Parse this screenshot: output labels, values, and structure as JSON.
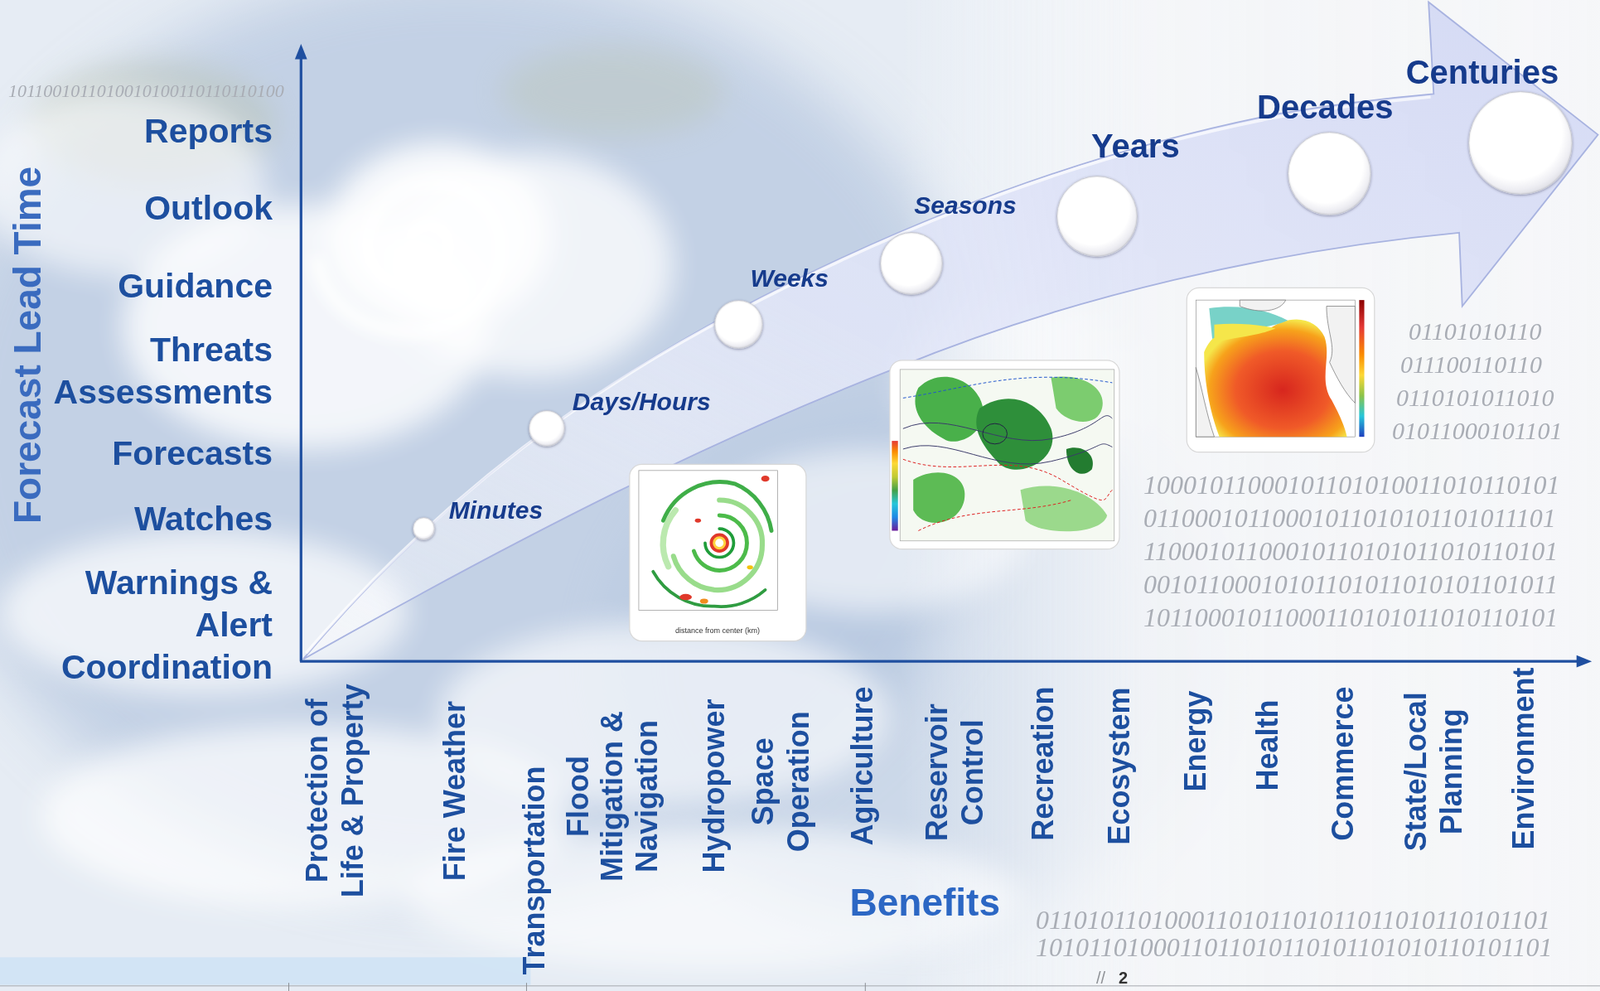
{
  "diagram": {
    "nodes": [
      {
        "text": [
          "Minutes"
        ]
      },
      {
        "text": [
          "Days/Hours"
        ]
      },
      {
        "text": [
          "Weeks"
        ]
      },
      {
        "text": [
          "Seasons"
        ]
      },
      {
        "text": [
          "Years"
        ]
      },
      {
        "text": [
          "Decades"
        ]
      },
      {
        "text": [
          "Centuries"
        ]
      }
    ],
    "labels": [
      "Forecast Lead Time",
      "Reports",
      "Outlook",
      "Guidance",
      "Threats Assessments",
      "Forecasts",
      "Watches",
      "Warnings & Alert Coordination",
      "Protection of Life & Property",
      "Fire Weather",
      "Transportation",
      "Flood Mitigation & Navigation",
      "Hydropower",
      "Space Operation",
      "Agriculture",
      "Reservoir Control",
      "Recreation",
      "Ecosystem",
      "Energy",
      "Health",
      "Commerce",
      "State/Local Planning",
      "Environment",
      "Benefits",
      "distance from center (km)",
      "1011001011010010100110110110100",
      "01101010110",
      "011100110110",
      "0110101011010",
      "01011000101101",
      "10001011000101101010011010110101",
      "01100010110001011010101101011101",
      "11000101100010110101011010110101",
      "00101100010101101011010101101011",
      "10110001011000110101011010110101",
      "0110101101000110101101011011010110101101",
      "1010110100011011010110101101010110101101",
      "//",
      "2"
    ]
  }
}
